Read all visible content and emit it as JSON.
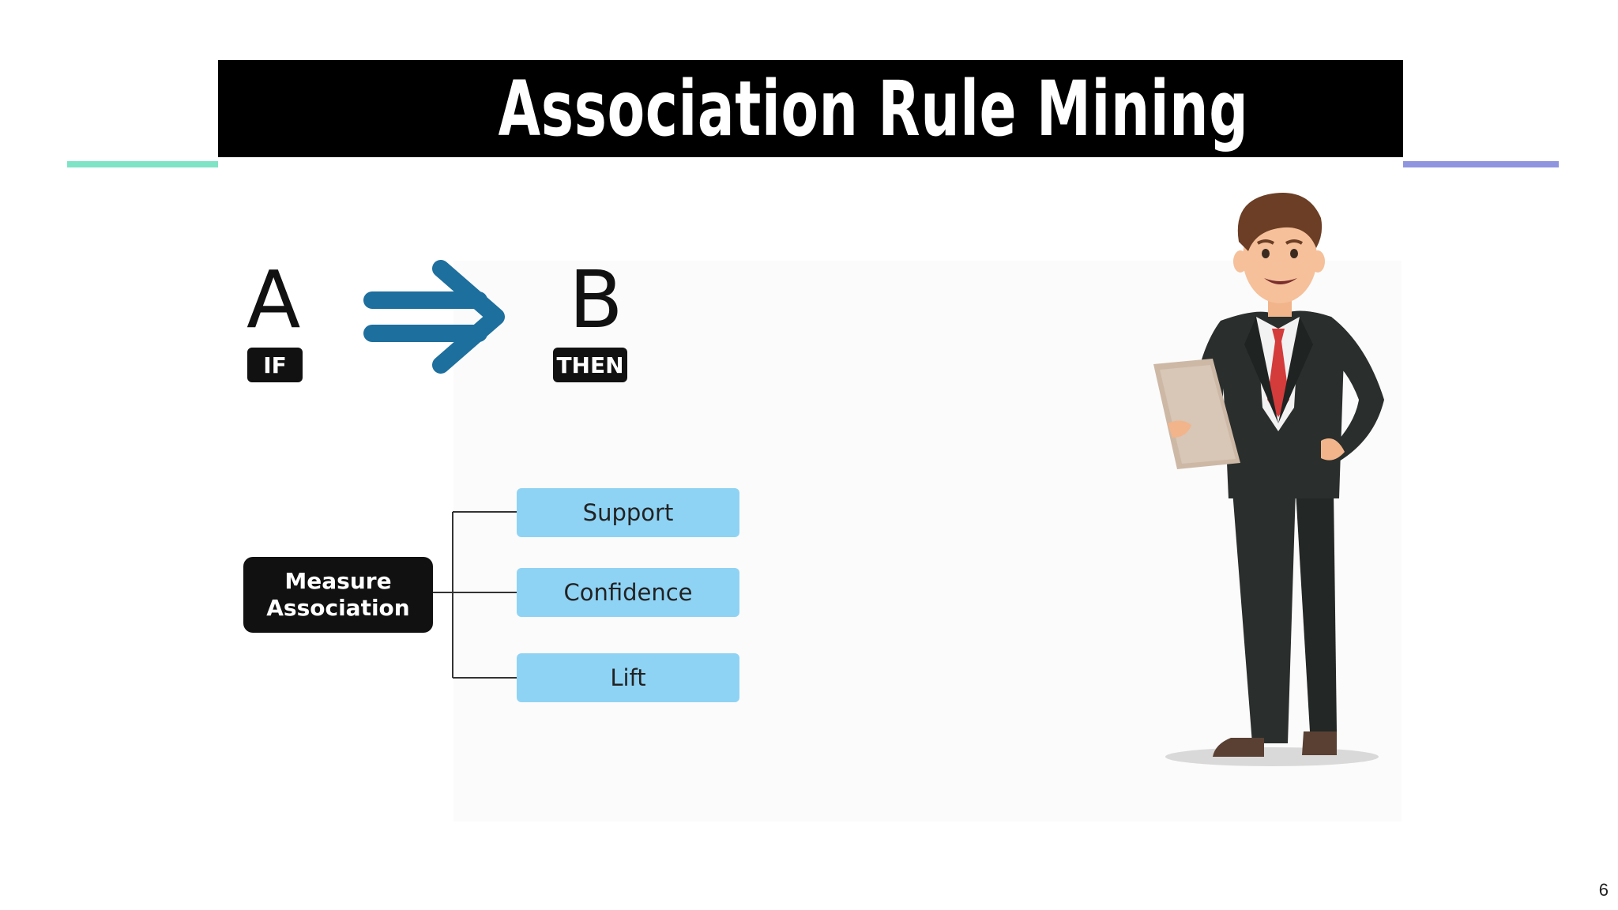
{
  "slide": {
    "title": "Association Rule Mining",
    "page_number": "6"
  },
  "rule": {
    "antecedent": "A",
    "consequent": "B",
    "if_tag": "IF",
    "then_tag": "THEN"
  },
  "measures": {
    "root": "Measure Association",
    "items": [
      {
        "label": "Support"
      },
      {
        "label": "Confidence"
      },
      {
        "label": "Lift"
      }
    ]
  },
  "colors": {
    "title_bg": "#000000",
    "accent_left": "#7fe3c6",
    "accent_right": "#8f95df",
    "arrow": "#1d6f9e",
    "metric_box": "#8fd3f4",
    "suit": "#2a2e2c",
    "tie": "#d43b3b"
  },
  "illustration": {
    "icon": "businessman-with-tablet-icon"
  }
}
